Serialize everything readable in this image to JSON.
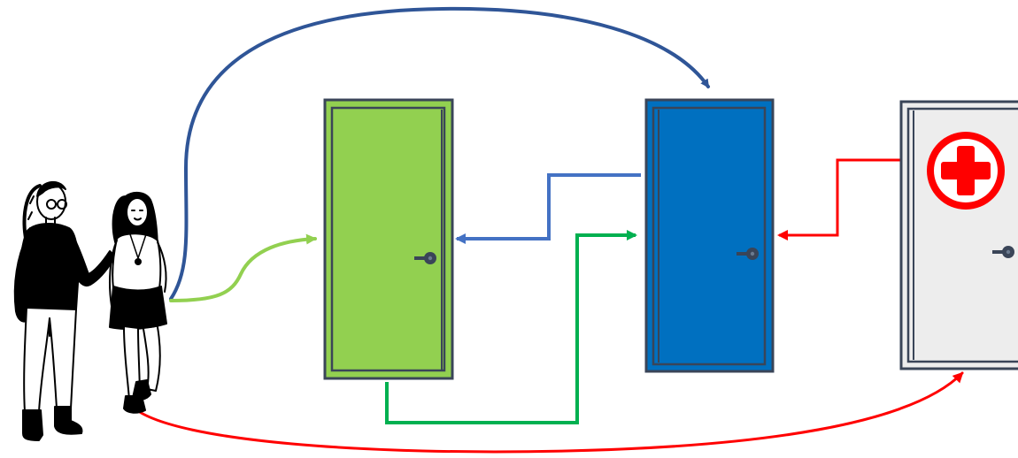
{
  "diagram": {
    "type": "care-pathway-flow",
    "people": {
      "icon": "two-women-standing-icon",
      "count": 2
    },
    "doors": [
      {
        "id": "green-door",
        "color": "#92D050",
        "icon": "door-icon"
      },
      {
        "id": "blue-door",
        "color": "#0070C0",
        "icon": "door-icon"
      },
      {
        "id": "medical-door",
        "color": "#EDEDED",
        "icon": "door-icon",
        "badge_icon": "red-cross-icon",
        "badge_color": "#FF0000"
      }
    ],
    "arrows": [
      {
        "from": "people",
        "to": "green-door",
        "color": "#92D050"
      },
      {
        "from": "people",
        "to": "blue-door",
        "color": "#2F5597"
      },
      {
        "from": "people",
        "to": "medical-door",
        "color": "#FF0000"
      },
      {
        "from": "green-door",
        "to": "blue-door",
        "color": "#00B050"
      },
      {
        "from": "blue-door",
        "to": "green-door",
        "color": "#4472C4"
      },
      {
        "from": "medical-door",
        "to": "blue-door",
        "color": "#FF0000"
      }
    ]
  }
}
